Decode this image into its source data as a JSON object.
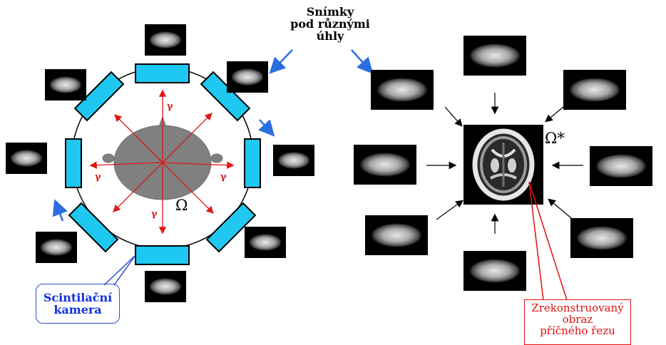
{
  "labels": {
    "projections_title": "Snímky pod různými úhly",
    "projections_lines": [
      "Snímky",
      "pod různými",
      "úhly"
    ],
    "omega": "Ω",
    "omega_star": "Ω*",
    "gamma": "γ",
    "camera_lines": [
      "Scintilační",
      "kamera"
    ],
    "reconstruction_lines": [
      "Zrekonstruovaný",
      "obraz",
      "příčného  řezu"
    ]
  },
  "colors": {
    "detector": "#1ec8f0",
    "gamma": "#e01818",
    "head": "#808080",
    "callout_blue": "#2a4fd0",
    "callout_red": "#e01010",
    "image_bg": "#000000"
  }
}
